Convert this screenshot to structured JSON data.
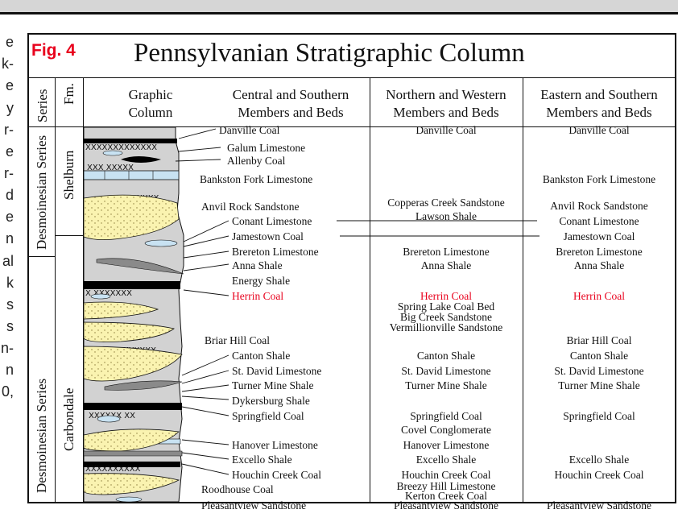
{
  "left_margin_fragments": [
    "e",
    "k-",
    "e",
    "y",
    "r-",
    "e",
    "r-",
    "d",
    "e",
    "n",
    "al",
    "k",
    "s",
    "s",
    "n-",
    "n",
    "0,"
  ],
  "figure": {
    "label": "Fig. 4",
    "title": "Pennsylvanian Stratigraphic Column"
  },
  "headers": {
    "series": "Series",
    "fm": "Fm.",
    "graphic": [
      "Graphic",
      "Column"
    ],
    "central": [
      "Central and Southern",
      "Members and Beds"
    ],
    "northern": [
      "Northern and Western",
      "Members and Beds"
    ],
    "eastern": [
      "Eastern and Southern",
      "Members and Beds"
    ]
  },
  "series": [
    {
      "label": "Desmoinesian Series",
      "position": "upper"
    },
    {
      "label": "Desmoinesian Series",
      "position": "lower"
    }
  ],
  "formations": [
    {
      "label": "Shelburn"
    },
    {
      "label": "Carbondale"
    }
  ],
  "central_units": [
    "Danville Coal",
    "Galum Limestone",
    "Allenby Coal",
    "Bankston Fork Limestone",
    "Anvil Rock Sandstone",
    "Conant Limestone",
    "Jamestown Coal",
    "Brereton Limestone",
    "Anna Shale",
    "Energy Shale",
    "Herrin Coal",
    "Briar Hill Coal",
    "Canton Shale",
    "St. David Limestone",
    "Turner Mine Shale",
    "Dykersburg Shale",
    "Springfield Coal",
    "Hanover Limestone",
    "Excello Shale",
    "Houchin Creek Coal",
    "Roodhouse Coal",
    "Pleasantview Sandstone"
  ],
  "northern_units": [
    "Danville Coal",
    "Copperas Creek Sandstone",
    "Lawson Shale",
    "Brereton Limestone",
    "Anna Shale",
    "Herrin Coal",
    "Spring Lake Coal Bed",
    "Big Creek Sandstone",
    "Vermillionville Sandstone",
    "Canton Shale",
    "St. David Limestone",
    "Turner Mine Shale",
    "Springfield Coal",
    "Covel Conglomerate",
    "Hanover Limestone",
    "Excello Shale",
    "Houchin Creek Coal",
    "Breezy Hill Limestone",
    "Kerton Creek Coal",
    "Pleasantview Sandstone"
  ],
  "eastern_units": [
    "Danville Coal",
    "Bankston Fork Limestone",
    "Anvil Rock Sandstone",
    "Conant Limestone",
    "Jamestown Coal",
    "Brereton Limestone",
    "Anna Shale",
    "Herrin Coal",
    "Briar Hill Coal",
    "Canton Shale",
    "St. David Limestone",
    "Turner Mine Shale",
    "Springfield Coal",
    "Excello Shale",
    "Houchin Creek Coal",
    "Pleasantview Sandstone"
  ],
  "colors": {
    "highlight": "#e8001c",
    "sandstone": "#faf3b0",
    "limestone": "#c8e2f2",
    "shale": "#d2d2d2",
    "coal": "#000000"
  }
}
